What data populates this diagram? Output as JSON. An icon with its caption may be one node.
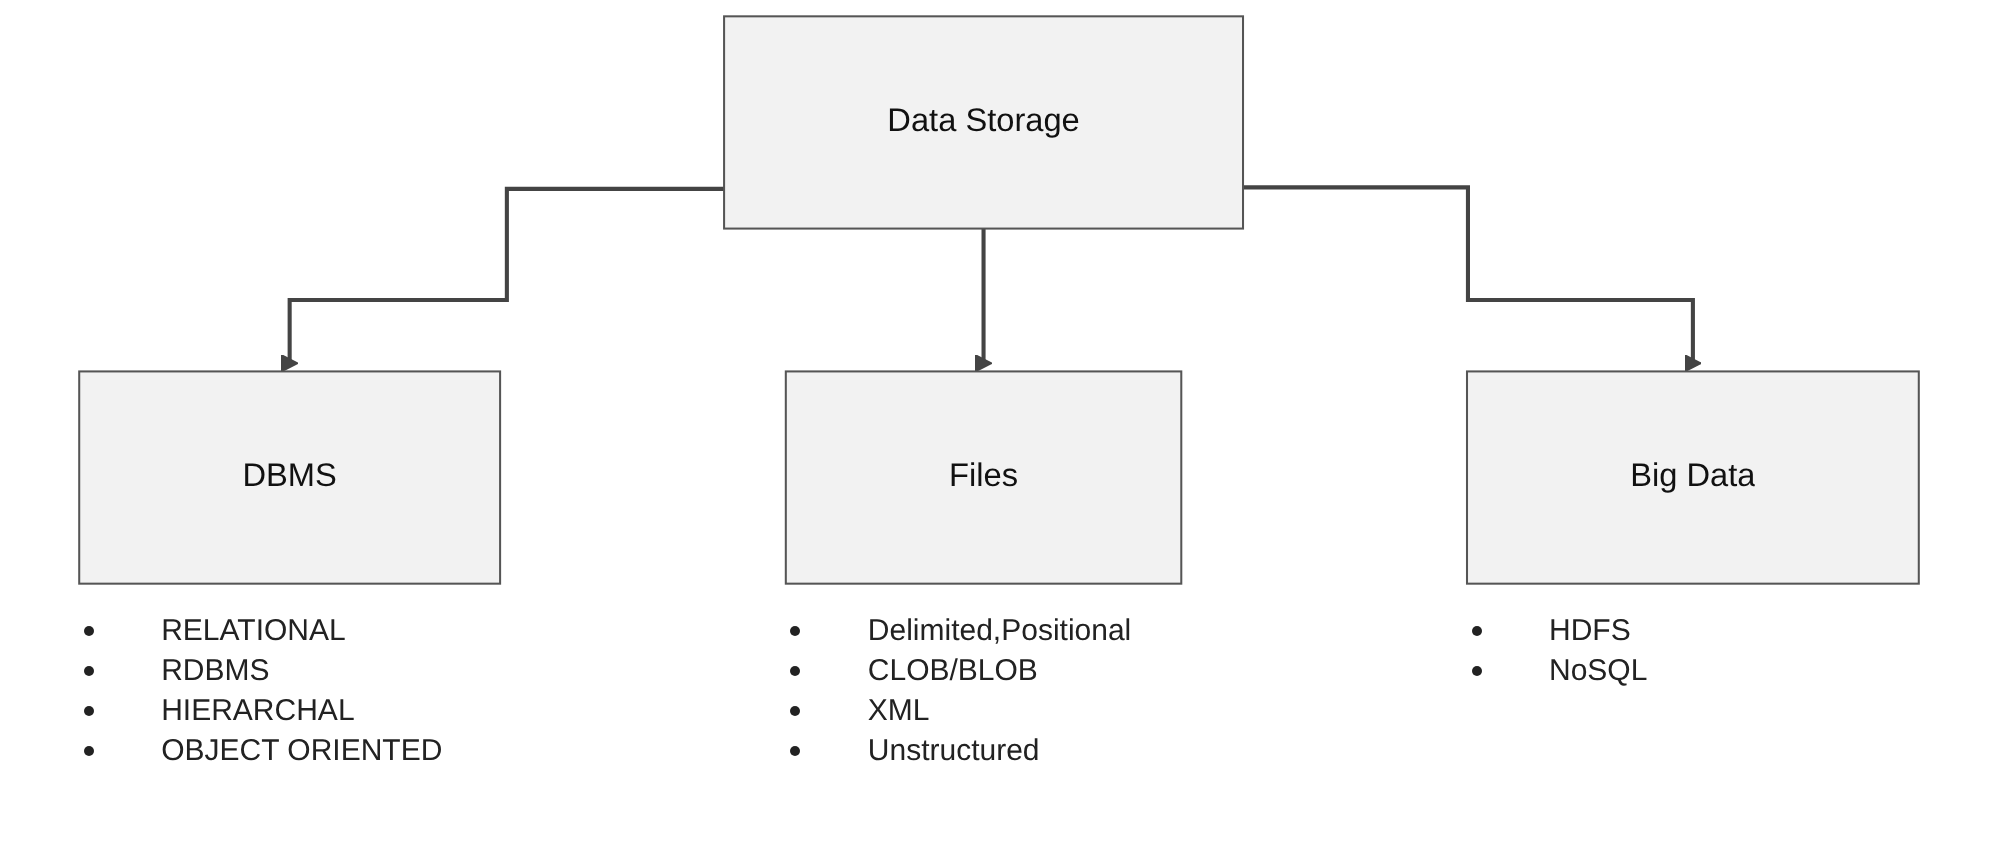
{
  "diagram": {
    "nodes": [
      {
        "text": [
          "Data Storage"
        ]
      },
      {
        "text": [
          "DBMS"
        ],
        "beside": [
          "RELATIONAL",
          "RDBMS",
          "HIERARCHAL",
          "OBJECT ORIENTED"
        ]
      },
      {
        "text": [
          "Files"
        ],
        "beside": [
          "Delimited,Positional",
          "CLOB/BLOB",
          "XML",
          "Unstructured"
        ]
      },
      {
        "text": [
          "Big Data"
        ],
        "beside": [
          "HDFS",
          "NoSQL"
        ]
      }
    ],
    "edges": [
      {
        "from": 0,
        "to": 1,
        "arrow": "to"
      },
      {
        "from": 0,
        "to": 2,
        "arrow": "to"
      },
      {
        "from": 0,
        "to": 3,
        "arrow": "to"
      }
    ]
  }
}
